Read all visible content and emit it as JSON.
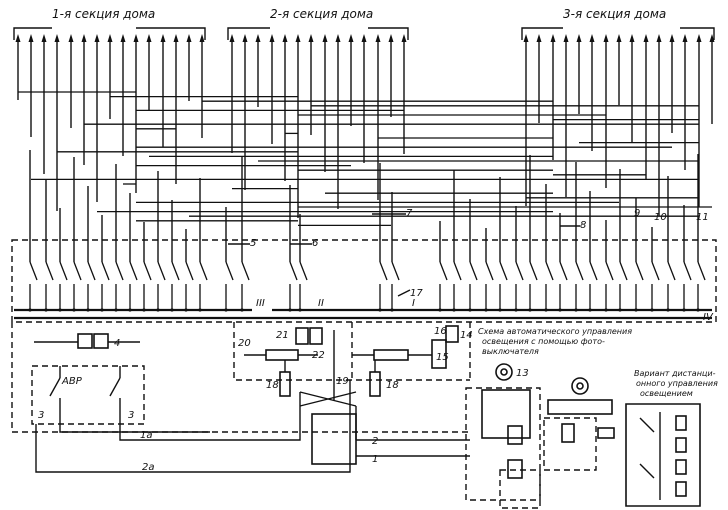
{
  "sections": {
    "s1": "1-я секция дома",
    "s2": "2-я секция дома",
    "s3": "3-я секция дома"
  },
  "labels": {
    "avr": "АВР",
    "n1": "1",
    "n2": "2",
    "n3a": "3",
    "n3b": "3",
    "n4": "4",
    "n5": "5",
    "n6": "6",
    "n7": "7",
    "n8": "8",
    "n9": "9",
    "n10": "10",
    "n11": "11",
    "n13": "13",
    "n14": "14",
    "n15": "15",
    "n16": "16",
    "n17": "17",
    "n18a": "18",
    "n18b": "18",
    "n19": "19",
    "n20": "20",
    "n21": "21",
    "n22": "22",
    "n1a": "1а",
    "n2a": "2а",
    "roman1": "I",
    "roman2": "II",
    "roman3": "III",
    "roman4": "IV"
  },
  "captions": {
    "auto_line1": "Схема автоматического управления",
    "auto_line2": "освещения с помощью фото-",
    "auto_line3": "выключателя",
    "remote_line1": "Вариант дистанци-",
    "remote_line2": "онного управления",
    "remote_line3": "освещением"
  }
}
